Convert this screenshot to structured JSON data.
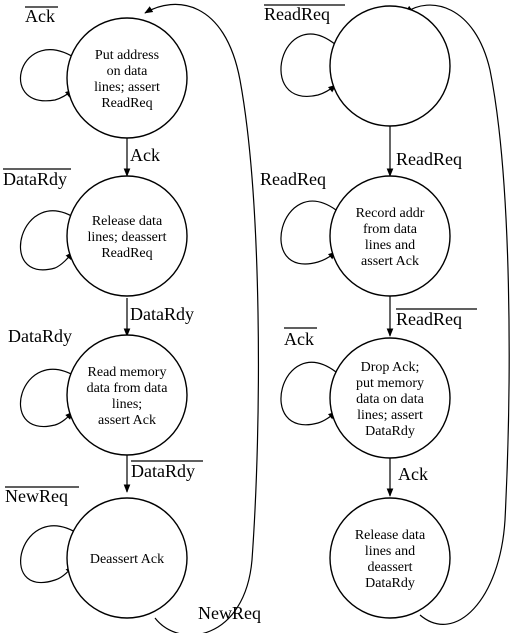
{
  "left_fsm": {
    "states": [
      {
        "lines": [
          "Put address",
          "on data",
          "lines; assert",
          "ReadReq"
        ]
      },
      {
        "lines": [
          "Release data",
          "lines; deassert",
          "ReadReq"
        ]
      },
      {
        "lines": [
          "Read memory",
          "data from data",
          "lines;",
          "assert Ack"
        ]
      },
      {
        "lines": [
          "Deassert Ack"
        ]
      }
    ],
    "self_loops": [
      {
        "label": "Ack",
        "negated": true
      },
      {
        "label": "DataRdy",
        "negated": true
      },
      {
        "label": "DataRdy",
        "negated": false
      },
      {
        "label": "NewReq",
        "negated": true
      }
    ],
    "transitions": [
      {
        "label": "Ack",
        "negated": false
      },
      {
        "label": "DataRdy",
        "negated": false
      },
      {
        "label": "DataRdy",
        "negated": true
      }
    ],
    "return_edge": {
      "label": "NewReq",
      "negated": false
    }
  },
  "right_fsm": {
    "states": [
      {
        "lines": []
      },
      {
        "lines": [
          "Record addr",
          "from data",
          "lines and",
          "assert Ack"
        ]
      },
      {
        "lines": [
          "Drop Ack;",
          "put memory",
          "data on data",
          "lines; assert",
          "DataRdy"
        ]
      },
      {
        "lines": [
          "Release data",
          "lines and",
          "deassert",
          "DataRdy"
        ]
      }
    ],
    "self_loops": [
      {
        "label": "ReadReq",
        "negated": true
      },
      {
        "label": "ReadReq",
        "negated": false
      },
      {
        "label": "Ack",
        "negated": true
      }
    ],
    "transitions": [
      {
        "label": "ReadReq",
        "negated": false
      },
      {
        "label": "ReadReq",
        "negated": true
      },
      {
        "label": "Ack",
        "negated": false
      }
    ]
  }
}
